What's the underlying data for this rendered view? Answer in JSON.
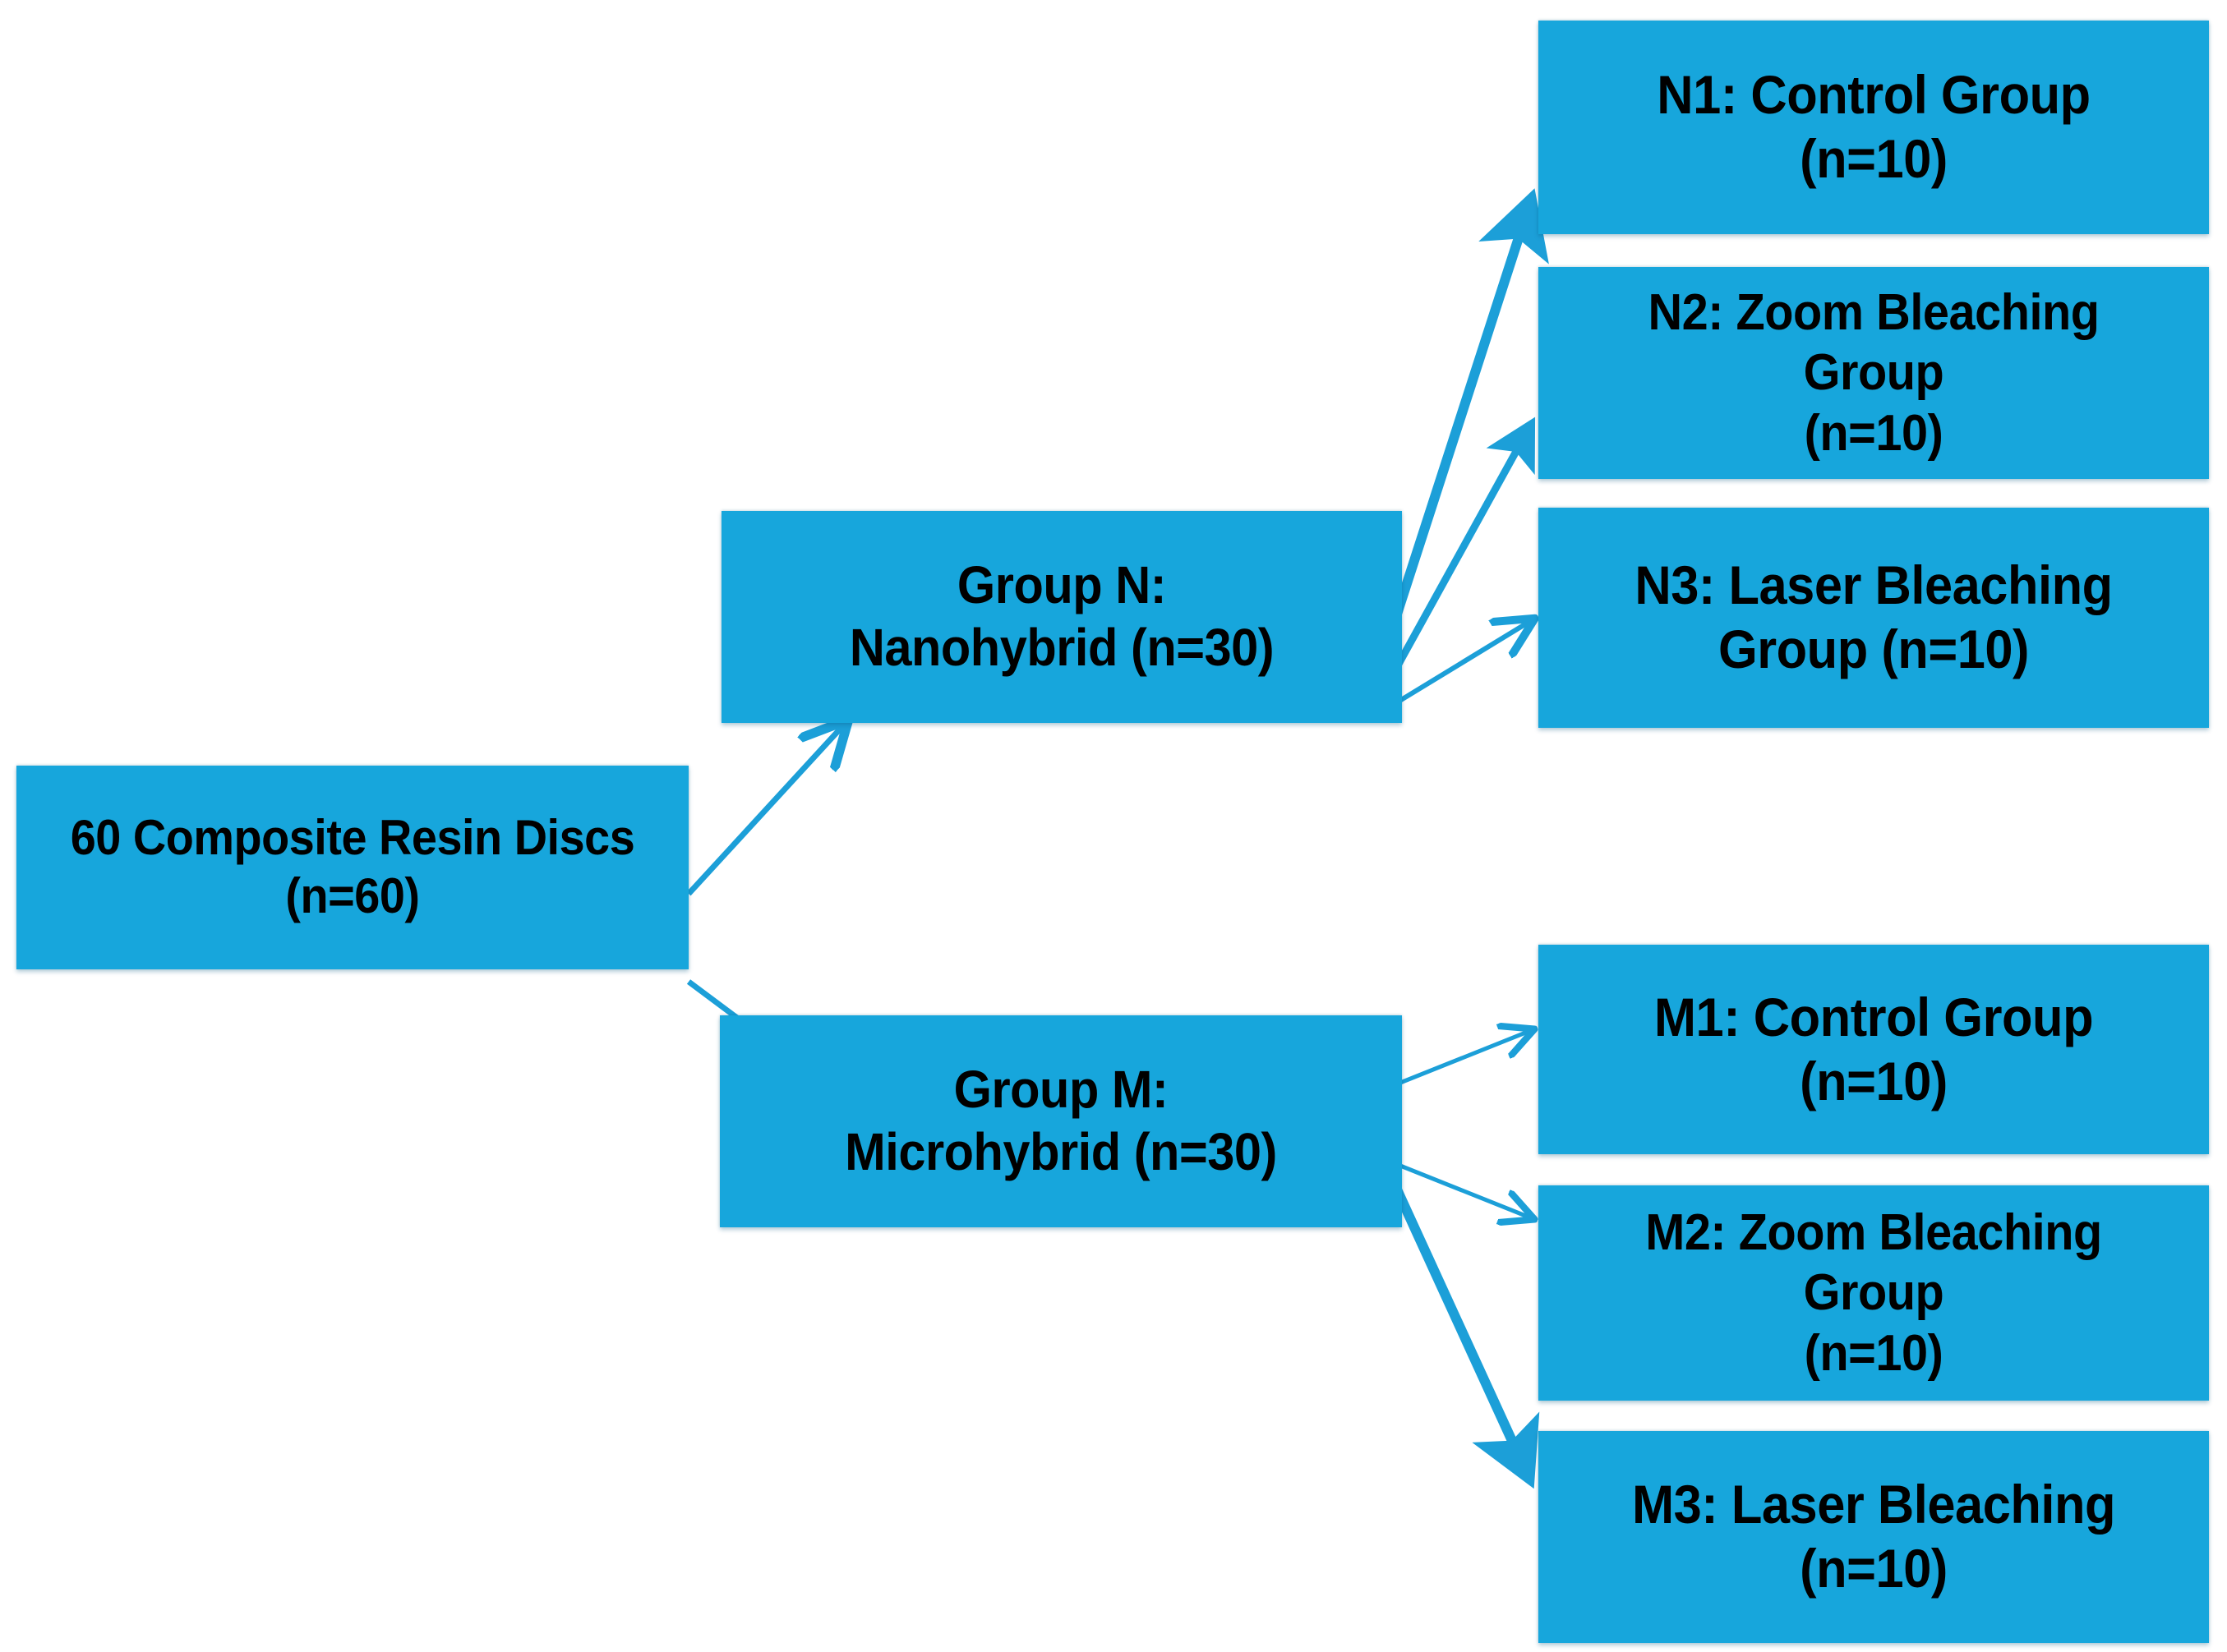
{
  "diagram": {
    "title": "Study Design Flowchart",
    "colors": {
      "node_fill": "#17A6DC",
      "node_text": "#000000",
      "arrow": "#1C9FD8",
      "background": "#FFFFFF"
    },
    "nodes": {
      "root": {
        "id": "root",
        "label": "60 Composite Resin Discs\n(n=60)",
        "n": 60
      },
      "group_n": {
        "id": "group-n",
        "label": "Group N:\nNanohybrid (n=30)",
        "n": 30
      },
      "group_m": {
        "id": "group-m",
        "label": "Group M:\nMicrohybrid (n=30)",
        "n": 30
      },
      "n1": {
        "id": "n1",
        "label": "N1: Control Group\n(n=10)",
        "n": 10
      },
      "n2": {
        "id": "n2",
        "label": "N2: Zoom Bleaching Group\n(n=10)",
        "n": 10
      },
      "n3": {
        "id": "n3",
        "label": "N3: Laser Bleaching\nGroup (n=10)",
        "n": 10
      },
      "m1": {
        "id": "m1",
        "label": "M1: Control Group\n(n=10)",
        "n": 10
      },
      "m2": {
        "id": "m2",
        "label": "M2: Zoom Bleaching Group\n(n=10)",
        "n": 10
      },
      "m3": {
        "id": "m3",
        "label": "M3: Laser Bleaching\n(n=10)",
        "n": 10
      }
    },
    "edges": [
      {
        "from": "root",
        "to": "group_n"
      },
      {
        "from": "root",
        "to": "group_m"
      },
      {
        "from": "group_n",
        "to": "n1"
      },
      {
        "from": "group_n",
        "to": "n2"
      },
      {
        "from": "group_n",
        "to": "n3"
      },
      {
        "from": "group_m",
        "to": "m1"
      },
      {
        "from": "group_m",
        "to": "m2"
      },
      {
        "from": "group_m",
        "to": "m3"
      }
    ]
  }
}
